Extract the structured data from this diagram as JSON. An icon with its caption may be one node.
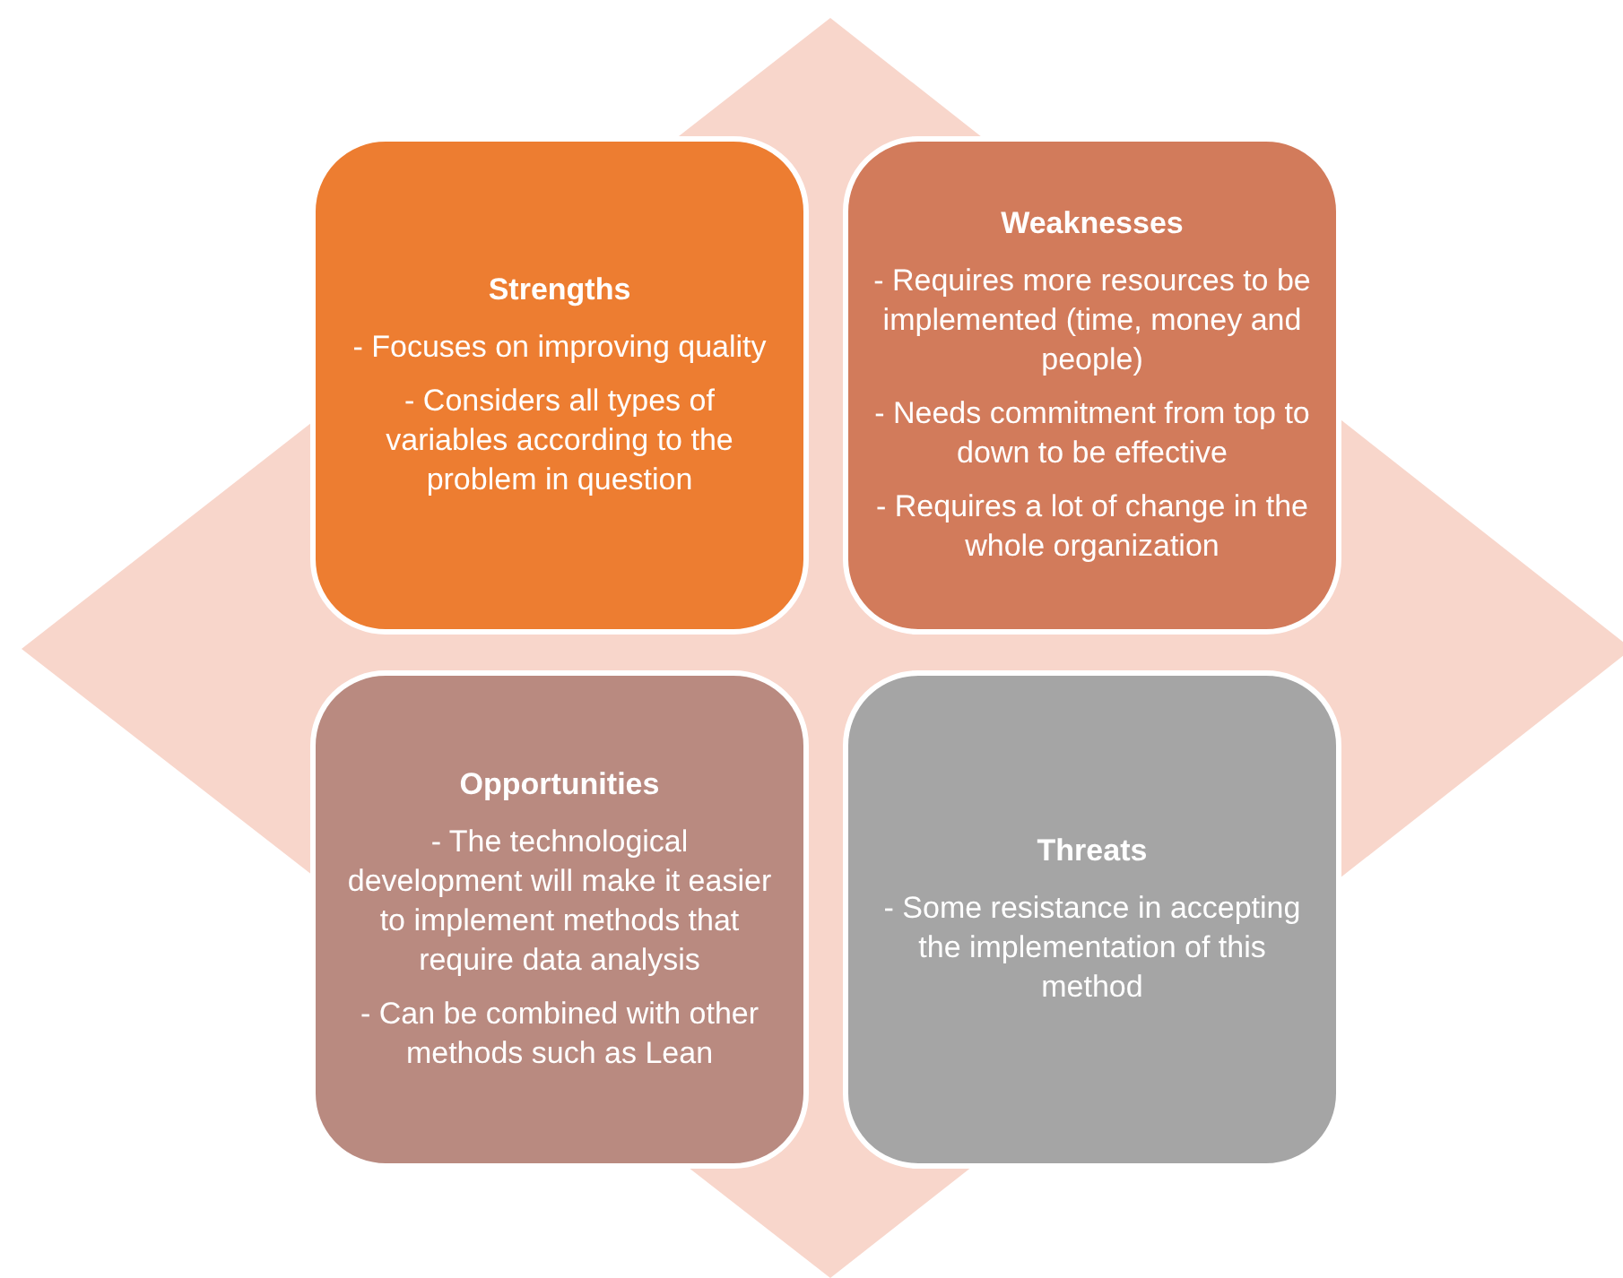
{
  "diagram": {
    "nodes": [
      {
        "text": [
          "Strengths",
          "- Focuses on improving quality",
          "- Considers all types of variables according to the problem in question"
        ]
      },
      {
        "text": [
          "Weaknesses",
          "- Requires more resources to be implemented (time, money and people)",
          "- Needs commitment from top to down to be effective",
          "- Requires a lot of change in the whole organization"
        ]
      },
      {
        "text": [
          "Opportunities",
          "- The technological development will make it easier to implement methods that require data analysis",
          "- Can be combined with other methods such as Lean"
        ]
      },
      {
        "text": [
          "Threats",
          "- Some resistance in accepting the implementation of this method"
        ]
      }
    ]
  }
}
